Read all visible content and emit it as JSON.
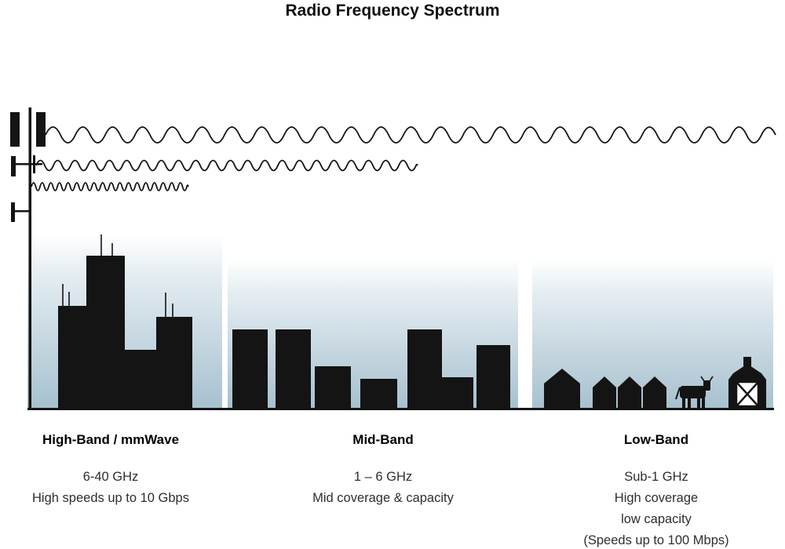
{
  "title": "Radio Frequency Spectrum",
  "bands": [
    {
      "name": "High-Band / mmWave",
      "frequency": "6-40 GHz",
      "details": [
        "High speeds up to 10 Gbps"
      ]
    },
    {
      "name": "Mid-Band",
      "frequency": "1 – 6 GHz",
      "details": [
        "Mid coverage & capacity"
      ]
    },
    {
      "name": "Low-Band",
      "frequency": "Sub-1 GHz",
      "details": [
        "High coverage",
        "low capacity",
        "(Speeds up to 100 Mbps)"
      ]
    }
  ],
  "icons": [
    "cell-tower-icon",
    "low-band-wave",
    "mid-band-wave",
    "high-band-wave",
    "highband-skyline",
    "midband-skyline",
    "house-icon",
    "cow-icon",
    "barn-icon"
  ],
  "colors": {
    "ink": "#141414",
    "paper": "#ffffff",
    "grad_top": "#ffffff",
    "grad_mid": "#e3ecf1",
    "grad_bottom": "#a7c1cf"
  }
}
